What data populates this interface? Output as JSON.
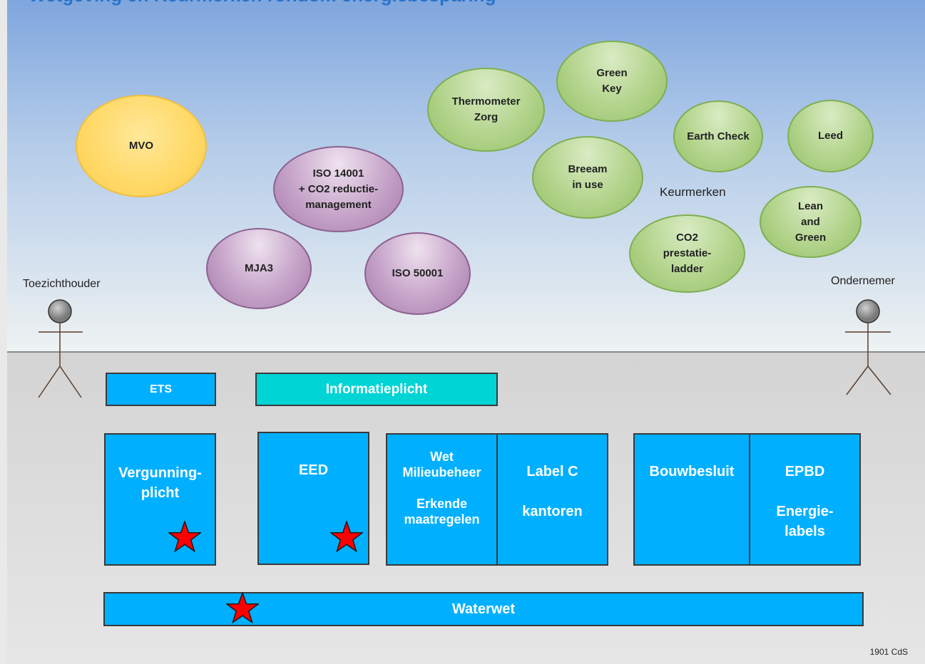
{
  "title_fragment": "Wetgeving en Keurmerken rondom energiebesparing",
  "ovals": {
    "mvo": "MVO",
    "iso14001": "ISO 14001\n+ CO2 reductie-\nmanagement",
    "mja3": "MJA3",
    "iso50001": "ISO 50001",
    "thermometer": "Thermometer\nZorg",
    "greenkey": "Green\nKey",
    "earthcheck": "Earth Check",
    "leed": "Leed",
    "breeam": "Breeam\nin use",
    "leangreen": "Lean\nand\nGreen",
    "co2ladder": "CO2\nprestatie-\nladder"
  },
  "labels": {
    "keurmerken": "Keurmerken",
    "toezichthouder": "Toezichthouder",
    "ondernemer": "Ondernemer"
  },
  "boxes": {
    "ets": "ETS",
    "informatieplicht": "Informatieplicht",
    "vergunningplicht": "Vergunning-\nplicht",
    "eed": "EED",
    "wet_milieubeheer": "Wet\nMilieubeheer\n\nErkende\nmaatregelen",
    "label_c": "Label C\n\nkantoren",
    "bouwbesluit": "Bouwbesluit",
    "epbd": "EPBD\n\nEnergie-\nlabels",
    "waterwet": "Waterwet"
  },
  "footer": "1901 CdS",
  "colors": {
    "box_blue": "#00b0ff",
    "box_teal": "#00d4d4",
    "star_red": "#ff0000",
    "oval_yellow": "#ffd966",
    "oval_purple": "#c9a9cc",
    "oval_green": "#b3d48c"
  }
}
